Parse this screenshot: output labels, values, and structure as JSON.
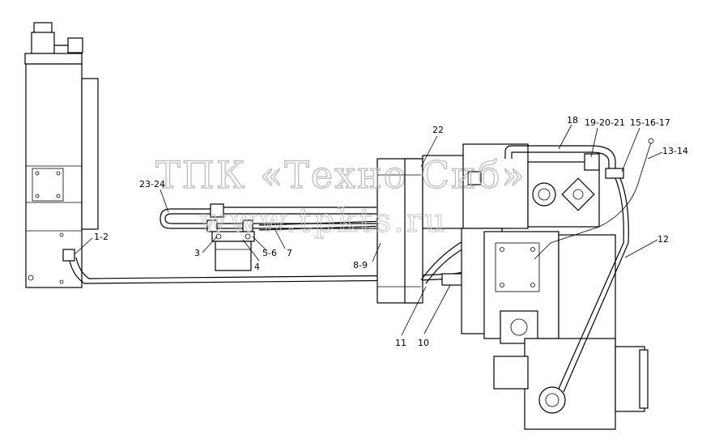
{
  "watermark": {
    "line1": "ТПК «Техно Сиб»",
    "line2": "www.tpkts.ru"
  },
  "callouts": [
    {
      "id": "c-1-2",
      "text": "1-2"
    },
    {
      "id": "c-3",
      "text": "3"
    },
    {
      "id": "c-4",
      "text": "4"
    },
    {
      "id": "c-5-6",
      "text": "5-6"
    },
    {
      "id": "c-7",
      "text": "7"
    },
    {
      "id": "c-8-9",
      "text": "8-9"
    },
    {
      "id": "c-10",
      "text": "10"
    },
    {
      "id": "c-11",
      "text": "11"
    },
    {
      "id": "c-12",
      "text": "12"
    },
    {
      "id": "c-13-14",
      "text": "13-14"
    },
    {
      "id": "c-15-16-17",
      "text": "15-16-17"
    },
    {
      "id": "c-18",
      "text": "18"
    },
    {
      "id": "c-19-20-21",
      "text": "19-20-21"
    },
    {
      "id": "c-22",
      "text": "22"
    },
    {
      "id": "c-23-24",
      "text": "23-24"
    }
  ]
}
